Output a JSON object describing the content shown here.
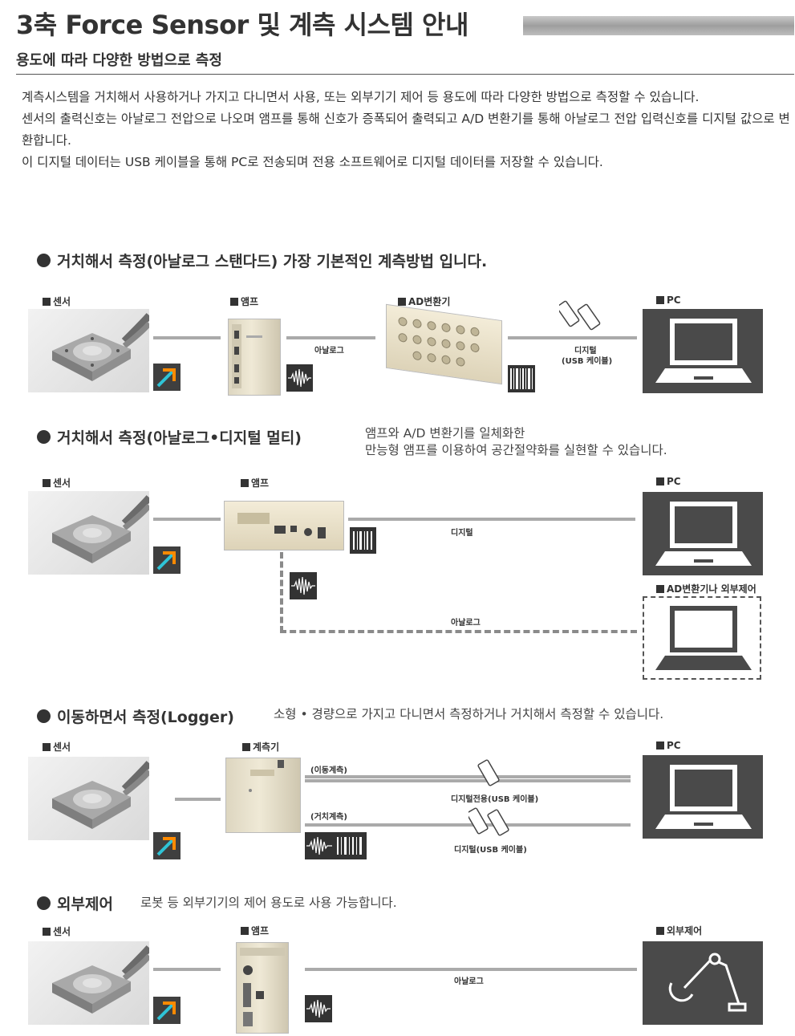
{
  "header": {
    "title": "3축 Force Sensor 및 계측 시스템 안내",
    "subtitle": "용도에 따라 다양한 방법으로 측정"
  },
  "intro": [
    "계측시스템을 거치해서 사용하거나 가지고 다니면서 사용, 또는 외부기기 제어 등 용도에 따라 다양한 방법으로 측정할 수 있습니다.",
    "센서의 출력신호는 아날로그 전압으로 나오며 앰프를 통해 신호가 증폭되어 출력되고 A/D 변환기를 통해 아날로그 전압 입력신호를 디지털 값으로 변환합니다.",
    "이 디지털 데이터는 USB 케이블을 통해 PC로 전송되며 전용 소프트웨어로 디지털 데이터를 저장할 수 있습니다."
  ],
  "sections": [
    {
      "title": "거치해서 측정(아날로그 스탠다드) 가장 기본적인 계측방법 입니다.",
      "desc": "",
      "labels": [
        "센서",
        "앰프",
        "AD변환기",
        "PC"
      ],
      "captions": [
        "아날로그",
        "디지털",
        "(USB 케이블)"
      ]
    },
    {
      "title": "거치해서 측정(아날로그•디지털 멀티)",
      "desc_lines": [
        "앰프와 A/D 변환기를 일체화한",
        "만능형 앰프를 이용하여 공간절약화를 실현할 수 있습니다."
      ],
      "labels": [
        "센서",
        "앰프",
        "PC",
        "AD변환기나 외부제어"
      ],
      "captions": [
        "디지털",
        "아날로그"
      ]
    },
    {
      "title": "이동하면서 측정(Logger)",
      "desc": "소형 • 경량으로 가지고 다니면서 측정하거나 거치해서 측정할 수 있습니다.",
      "labels": [
        "센서",
        "계측기",
        "PC"
      ],
      "captions": [
        "(이동계측)",
        "디지털전용(USB 케이블)",
        "(거치계측)",
        "디지털(USB 케이블)"
      ]
    },
    {
      "title": "외부제어",
      "desc": "로봇 등 외부기기의 제어 용도로 사용 가능합니다.",
      "labels": [
        "센서",
        "앰프",
        "외부제어"
      ],
      "captions": [
        "아날로그"
      ]
    }
  ],
  "colors": {
    "text": "#333333",
    "line": "#aaaaaa",
    "pc_frame": "#4a4a4a",
    "logo_bg": "#3f3f3f",
    "logo_arrow_top": "#2fc3d6",
    "logo_arrow_bottom": "#ff8a00"
  },
  "icons": [
    "sensor-photo",
    "arrow-logo-icon",
    "amp-photo",
    "ad-converter-photo",
    "usb-icon",
    "waveform-icon",
    "digital-barcode-icon",
    "pc-monitor-icon",
    "robot-arm-icon"
  ]
}
